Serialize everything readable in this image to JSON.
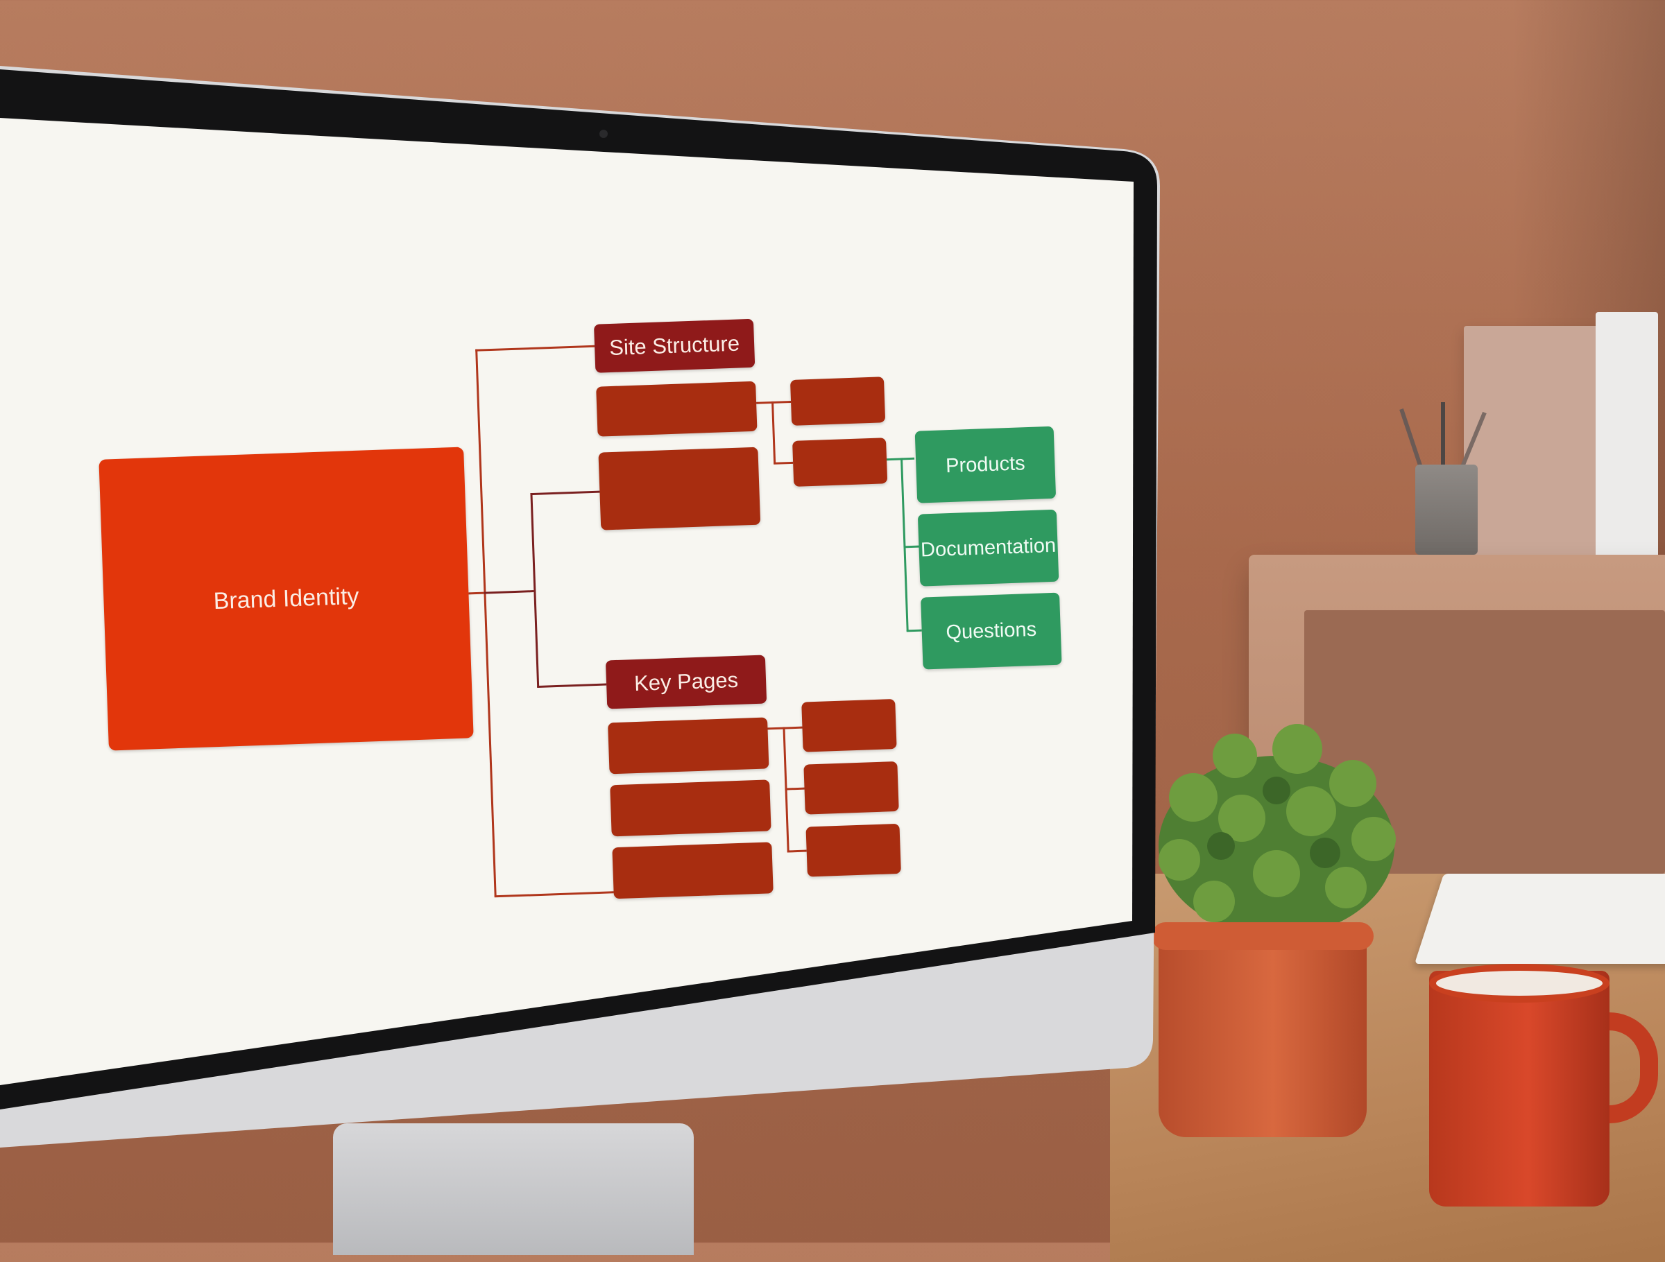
{
  "diagram": {
    "root": "Brand Identity",
    "branches": [
      {
        "label": "Site Structure"
      },
      {
        "label": "Key Pages"
      }
    ],
    "leaves": [
      "Products",
      "Documentation",
      "Questions"
    ]
  },
  "colors": {
    "primary": "#e2360b",
    "header": "#8f1a1a",
    "block": "#a82d10",
    "green": "#2f9a60",
    "screen": "#f7f6f1",
    "wall": "#b77c5f"
  }
}
